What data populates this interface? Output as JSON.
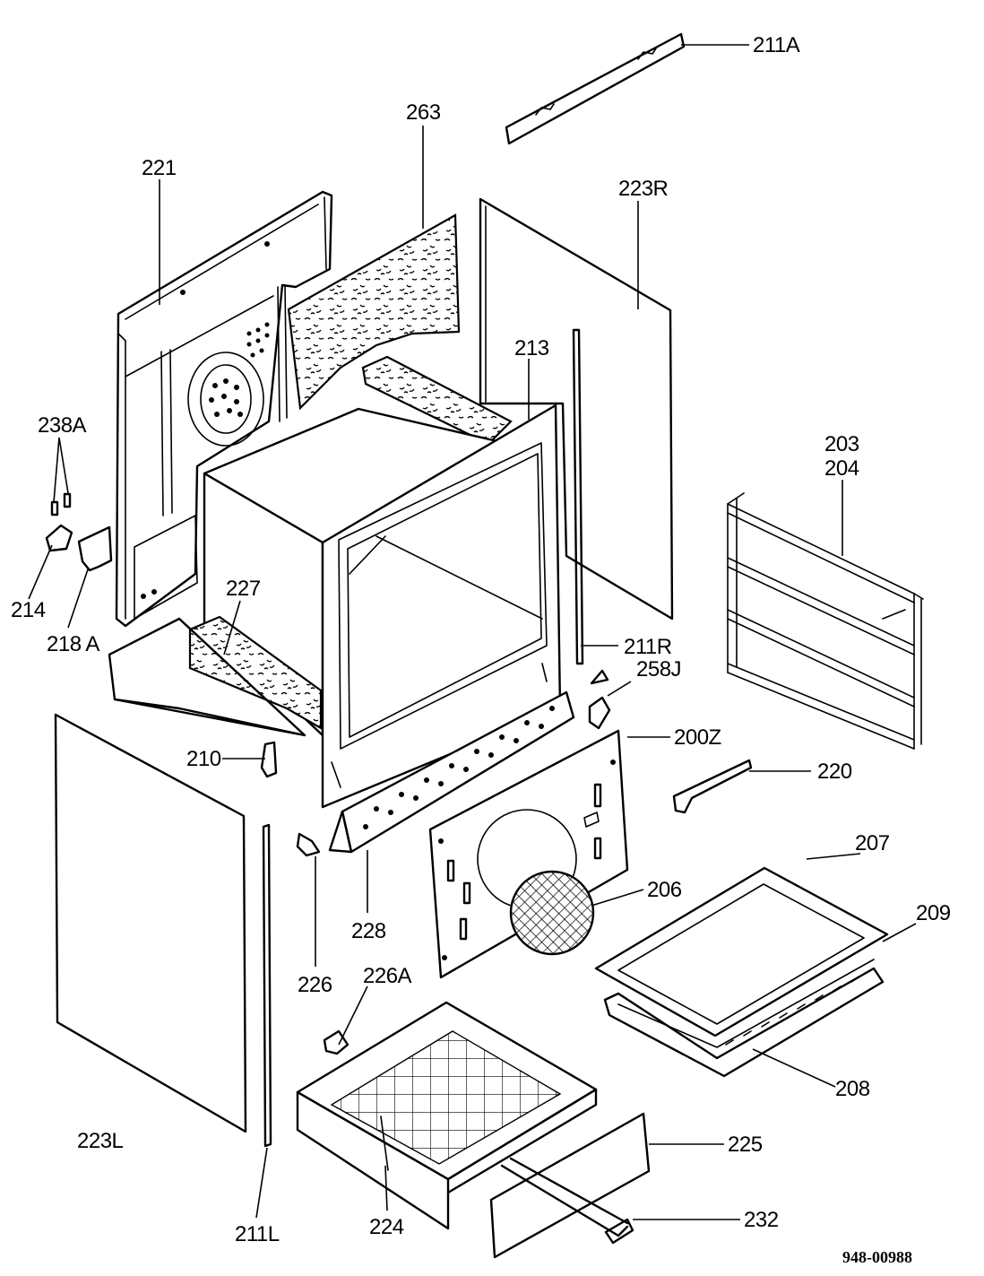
{
  "diagram": {
    "document_id": "948-00988",
    "labels": {
      "p211A": "211A",
      "p263": "263",
      "p221": "221",
      "p223R": "223R",
      "p213": "213",
      "p238A": "238A",
      "p203": "203",
      "p204": "204",
      "p214": "214",
      "p218A": "218 A",
      "p227": "227",
      "p211R": "211R",
      "p258J": "258J",
      "p200Z": "200Z",
      "p210": "210",
      "p220": "220",
      "p207": "207",
      "p206": "206",
      "p209": "209",
      "p228": "228",
      "p226": "226",
      "p226A": "226A",
      "p208": "208",
      "p225": "225",
      "p223L": "223L",
      "p224": "224",
      "p211L": "211L",
      "p232": "232"
    }
  }
}
